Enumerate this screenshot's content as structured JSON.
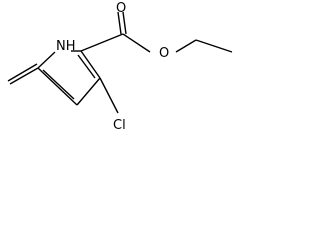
{
  "molecule": {
    "atoms": {
      "nh": "NH",
      "o_methoxy": "O",
      "o_carbonyl": "O",
      "cl": "Cl"
    },
    "colors": {
      "bond": "#000000",
      "label": "#000000",
      "background": "#ffffff"
    }
  }
}
